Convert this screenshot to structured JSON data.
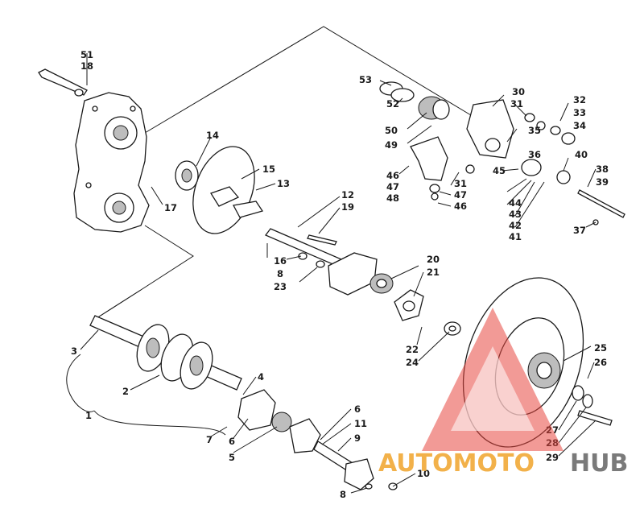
{
  "labels": {
    "l51": "51",
    "l18": "18",
    "l53": "53",
    "l52": "52",
    "l30": "30",
    "l31a": "31",
    "l32": "32",
    "l50": "50",
    "l49": "49",
    "l35": "35",
    "l33": "33",
    "l34": "34",
    "l14": "14",
    "l36": "36",
    "l40": "40",
    "l46a": "46",
    "l47a": "47",
    "l48": "48",
    "l31b": "31",
    "l47b": "47",
    "l46b": "46",
    "l45": "45",
    "l38": "38",
    "l39": "39",
    "l15": "15",
    "l13": "13",
    "l12": "12",
    "l19": "19",
    "l17": "17",
    "l44": "44",
    "l43": "43",
    "l42": "42",
    "l41": "41",
    "l37": "37",
    "l16": "16",
    "l8a": "8",
    "l23": "23",
    "l20": "20",
    "l21": "21",
    "l3": "3",
    "l22": "22",
    "l24": "24",
    "l25": "25",
    "l26": "26",
    "l2": "2",
    "l4": "4",
    "l1": "1",
    "l6a": "6",
    "l11": "11",
    "l9": "9",
    "l7": "7",
    "l6b": "6",
    "l5": "5",
    "l27": "27",
    "l28": "28",
    "l29": "29",
    "l10": "10",
    "l8b": "8"
  },
  "watermark": {
    "text_a": "AUTOMOTO",
    "text_b": "HUB",
    "colors": {
      "triangle": "#e8473f",
      "text_a": "#f2b14a",
      "text_b": "#7a7a7a"
    }
  }
}
